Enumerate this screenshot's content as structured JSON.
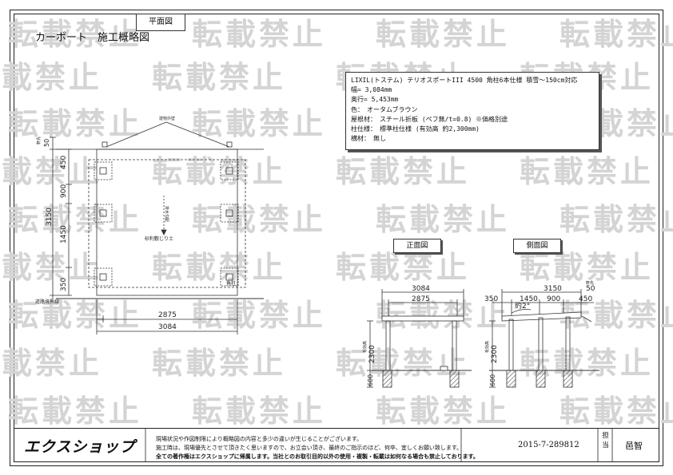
{
  "watermark": "転載禁止",
  "plan_tab": "平面図",
  "title": "カーポート　施工概略図",
  "spec": {
    "lines": [
      "LIXIL(トステム) テリオスポートIII 4500 角柱6本仕様 積雪～150cm対応",
      "幅= 3,084mm",
      "奥行= 5,453mm",
      "色：　オータムブラウン",
      "屋根材：　スチール折板 (ペフ無/t=0.8) ※価格別途",
      "柱仕様：　標準柱仕様 (有効高 約2,300mm)",
      "横材：　無し"
    ]
  },
  "plan": {
    "top_label": "建物外壁",
    "boundary_label": "道路境界線",
    "gravel_label": "砂利敷じり土",
    "slope_label": "排水勾配",
    "post_label": "角柱",
    "left_dims": [
      "50",
      "450",
      "900",
      "1450",
      "350"
    ],
    "left_total": "3150",
    "left_top_small": "軒先",
    "bottom_dims": [
      "2875",
      "3084"
    ]
  },
  "front_view": {
    "label": "正面図",
    "dims_top": [
      "3084",
      "2875"
    ],
    "height": "2300",
    "height_note": "有効高",
    "foundation": "600"
  },
  "side_view": {
    "label": "側面図",
    "dims_total": "3150",
    "dims_parts": [
      "350",
      "1450",
      "900",
      "450"
    ],
    "overhang": "50",
    "overhang_note": "軒先",
    "slope": "約2°",
    "height": "2300",
    "height_note": "有効高",
    "foundation": "600"
  },
  "footer": {
    "logo": "エクスショップ",
    "notes": [
      "現場状況や作図制限により概略図の内容と多少の違いが生じることがございます。",
      "施工時は、現場優先とさせて頂きたく思いますので、お立会い頂き、最終のご指示のほど、何卒、宜しくお願い致します。",
      "全ての著作権はエクスショップに帰属します。当社とのお取引目的以外の使用・複製・転載は如何なる場合も禁止しております。"
    ],
    "doc_no": "2015-7-289812",
    "tanto_label": "担当",
    "tanto_name": "邑智"
  }
}
